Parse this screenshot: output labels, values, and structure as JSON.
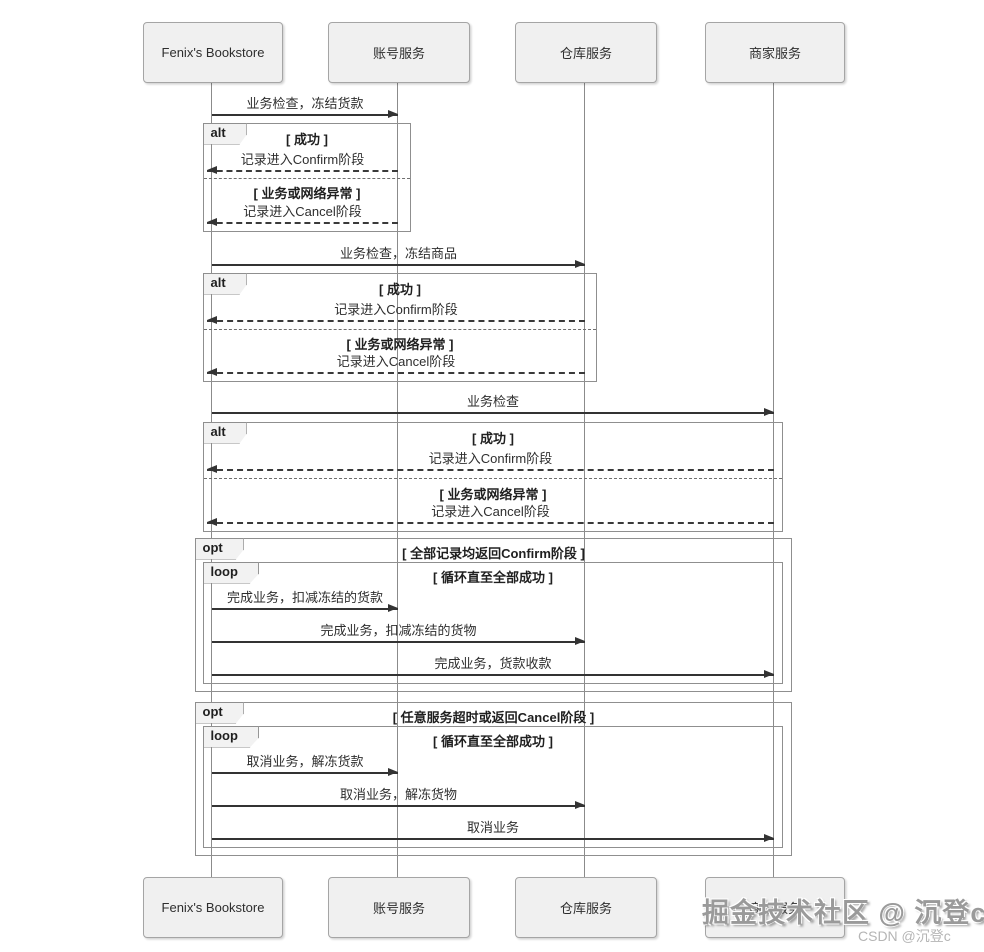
{
  "participants": {
    "top": [
      "Fenix's Bookstore",
      "账号服务",
      "仓库服务",
      "商家服务"
    ],
    "bottom": [
      "Fenix's Bookstore",
      "账号服务",
      "仓库服务",
      "商家服务"
    ]
  },
  "messages": {
    "check_freeze_payment": "业务检查，冻结货款",
    "check_freeze_goods": "业务检查，冻结商品",
    "check": "业务检查",
    "record_confirm": "记录进入Confirm阶段",
    "record_cancel": "记录进入Cancel阶段",
    "complete_deduct_payment": "完成业务，扣减冻结的货款",
    "complete_deduct_goods": "完成业务，扣减冻结的货物",
    "complete_collect_payment": "完成业务，货款收款",
    "cancel_unfreeze_payment": "取消业务，解冻货款",
    "cancel_unfreeze_goods": "取消业务，解冻货物",
    "cancel_business": "取消业务"
  },
  "frames": {
    "alt_label": "alt",
    "opt_label": "opt",
    "loop_label": "loop",
    "guard_success": "[ 成功 ]",
    "guard_exception": "[ 业务或网络异常 ]",
    "guard_all_confirm": "[ 全部记录均返回Confirm阶段 ]",
    "guard_loop": "[ 循环直至全部成功 ]",
    "guard_any_cancel": "[ 任意服务超时或返回Cancel阶段 ]"
  },
  "watermark": {
    "primary": "掘金技术社区 @ 沉登c",
    "secondary": "CSDN @沉登c"
  }
}
